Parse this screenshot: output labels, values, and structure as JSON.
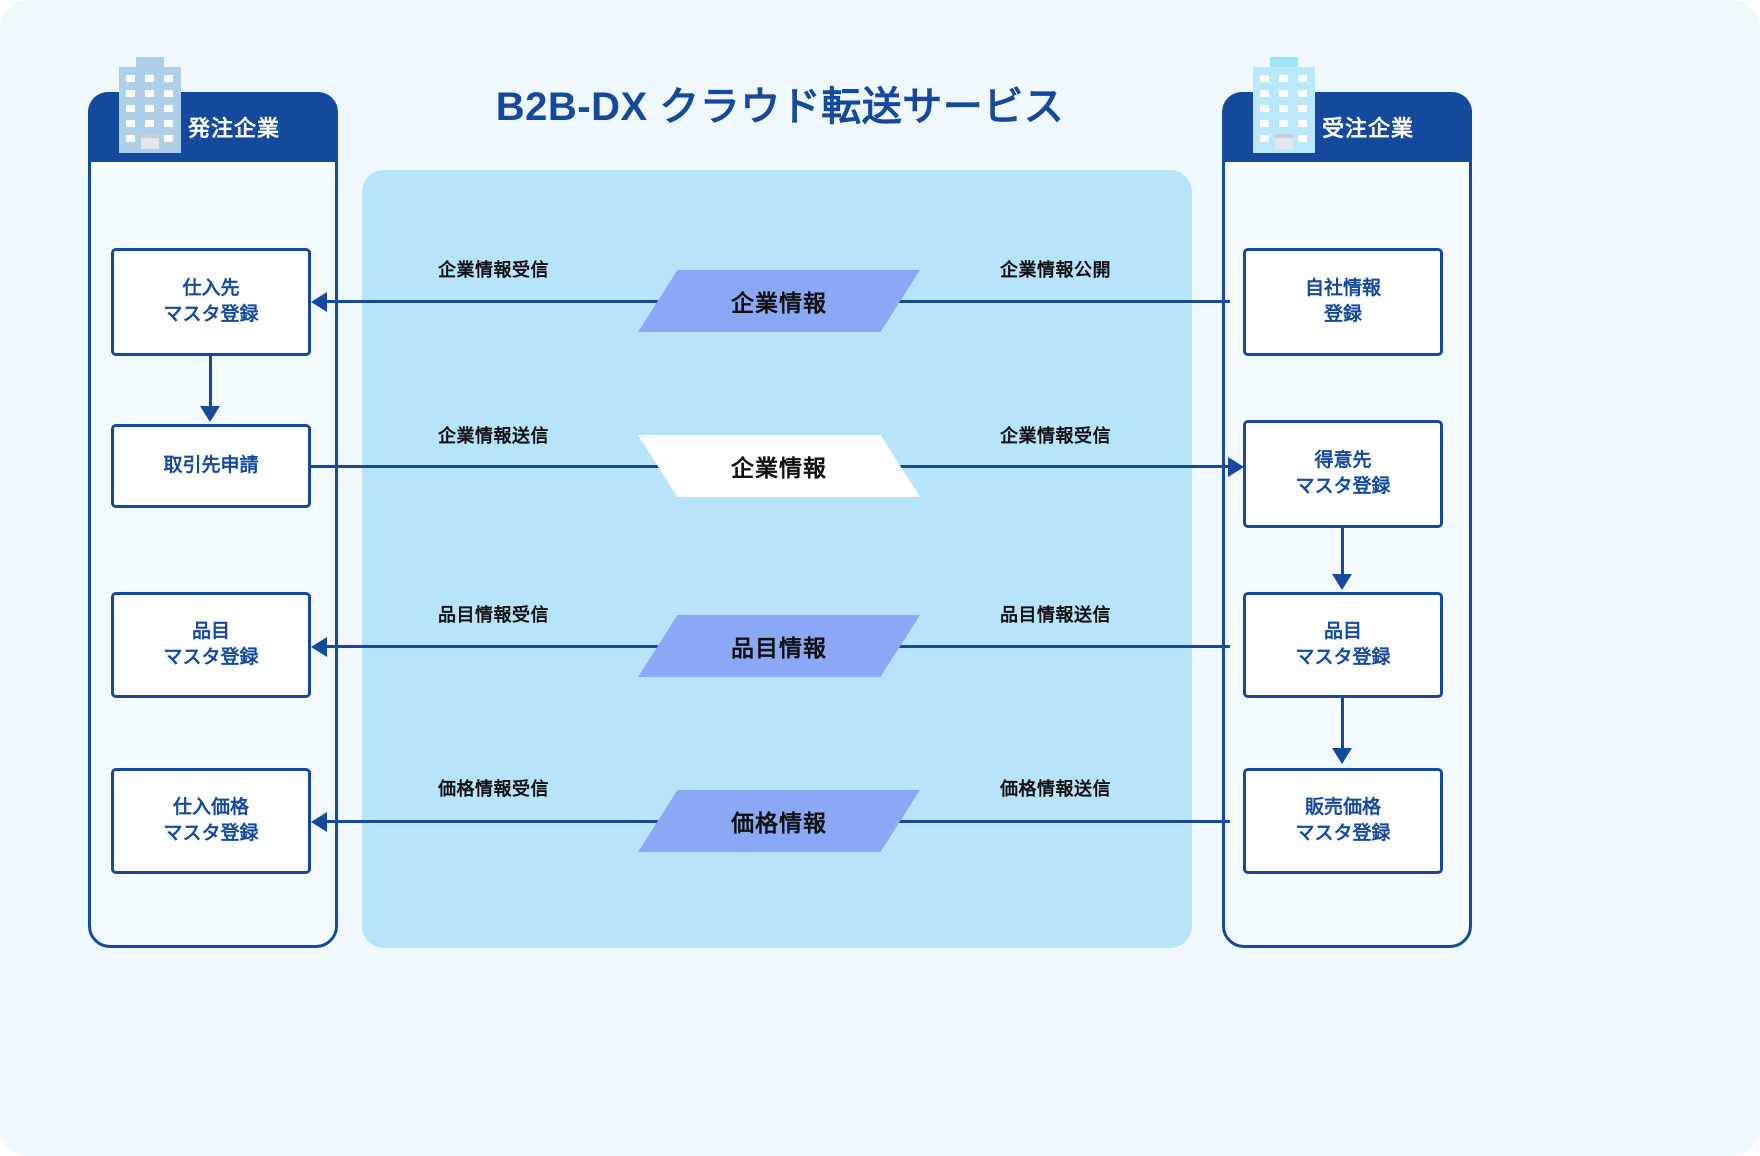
{
  "title": "B2B-DX クラウド転送サービス",
  "theme": {
    "page_bg": "#eff8fd",
    "brand_navy": "#14499e",
    "hub_blue": "#b8e4fb",
    "chevron_periwinkle": "#8aa8f5",
    "chevron_white": "#ffffff",
    "box_white": "#ffffff",
    "panel_bg": "#f2fafe"
  },
  "left_panel": {
    "header_label": "発注企業",
    "icon": "building-icon",
    "boxes": [
      {
        "label": "仕入先\nマスタ登録"
      },
      {
        "label": "取引先申請"
      },
      {
        "label": "品目\nマスタ登録"
      },
      {
        "label": "仕入価格\nマスタ登録"
      }
    ]
  },
  "right_panel": {
    "header_label": "受注企業",
    "icon": "building-icon",
    "boxes": [
      {
        "label": "自社情報\n登録"
      },
      {
        "label": "得意先\nマスタ登録"
      },
      {
        "label": "品目\nマスタ登録"
      },
      {
        "label": "販売価格\nマスタ登録"
      }
    ]
  },
  "flows": [
    {
      "banner": "企業情報",
      "direction": "right-to-left",
      "left_caption": "企業情報受信",
      "right_caption": "企業情報公開",
      "banner_style": "periwinkle"
    },
    {
      "banner": "企業情報",
      "direction": "left-to-right",
      "left_caption": "企業情報送信",
      "right_caption": "企業情報受信",
      "banner_style": "white"
    },
    {
      "banner": "品目情報",
      "direction": "right-to-left",
      "left_caption": "品目情報受信",
      "right_caption": "品目情報送信",
      "banner_style": "periwinkle"
    },
    {
      "banner": "価格情報",
      "direction": "right-to-left",
      "left_caption": "価格情報受信",
      "right_caption": "価格情報送信",
      "banner_style": "periwinkle"
    }
  ]
}
